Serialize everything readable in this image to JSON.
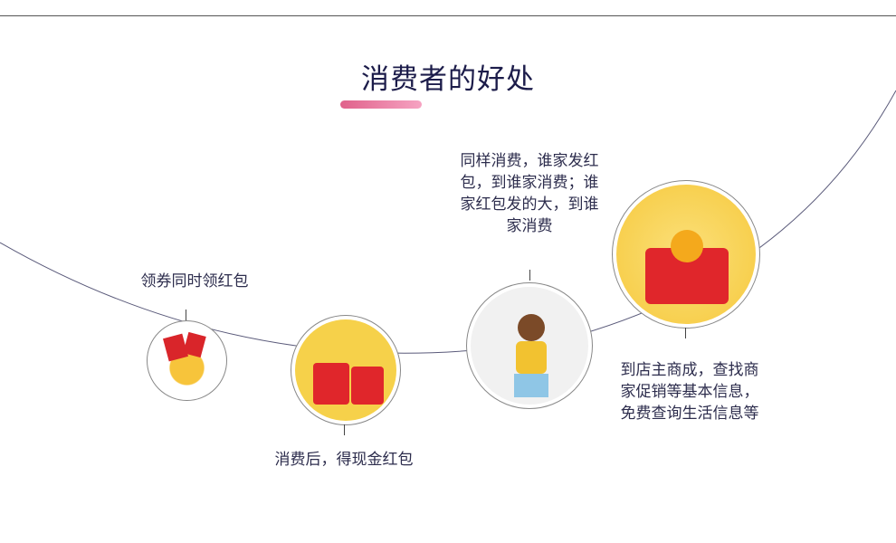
{
  "title": "消费者的好处",
  "benefits": [
    {
      "text": "领券同时领红包",
      "icon": "red-envelope-coins"
    },
    {
      "text": "消费后，得现金红包",
      "icon": "red-envelopes-confetti"
    },
    {
      "text": "同样消费，谁家发红包，到谁家消费；谁家红包发的大，到谁家消费",
      "icon": "boy-with-megaphone"
    },
    {
      "text": "到店主商成，查找商家促销等基本信息，免费查询生活信息等",
      "icon": "red-envelope-gold-coins"
    }
  ]
}
